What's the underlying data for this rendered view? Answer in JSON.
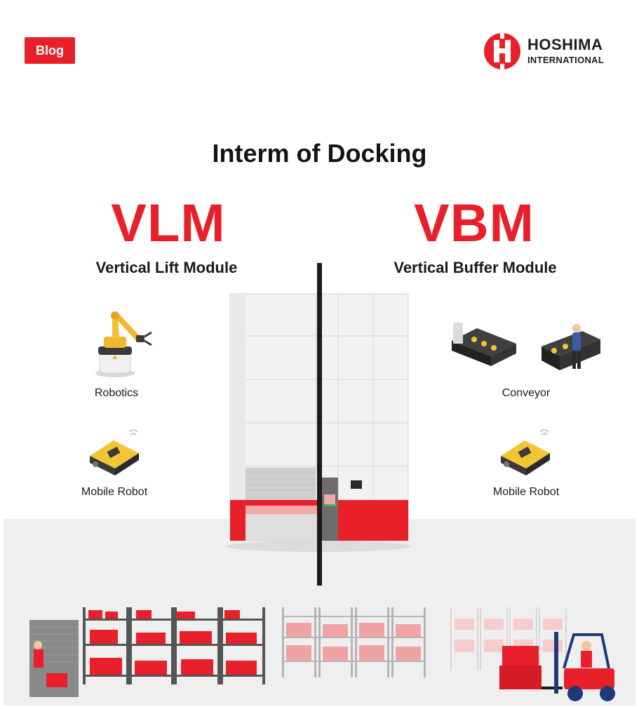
{
  "badge": {
    "label": "Blog"
  },
  "brand": {
    "name": "HOSHIMA",
    "subtitle": "INTERNATIONAL",
    "color": "#e8202a"
  },
  "headline": "Interm of Docking",
  "left": {
    "acronym": "VLM",
    "full_name": "Vertical Lift Module",
    "items": [
      {
        "label": "Robotics",
        "icon": "robot-arm-icon"
      },
      {
        "label": "Mobile Robot",
        "icon": "mobile-robot-icon"
      }
    ]
  },
  "right": {
    "acronym": "VBM",
    "full_name": "Vertical Buffer Module",
    "items": [
      {
        "label": "Conveyor",
        "icon": "conveyor-icon"
      },
      {
        "label": "Mobile Robot",
        "icon": "mobile-robot-icon"
      }
    ]
  },
  "colors": {
    "accent": "#e8202a",
    "dark": "#1a1a1a",
    "floor": "#efefef"
  }
}
